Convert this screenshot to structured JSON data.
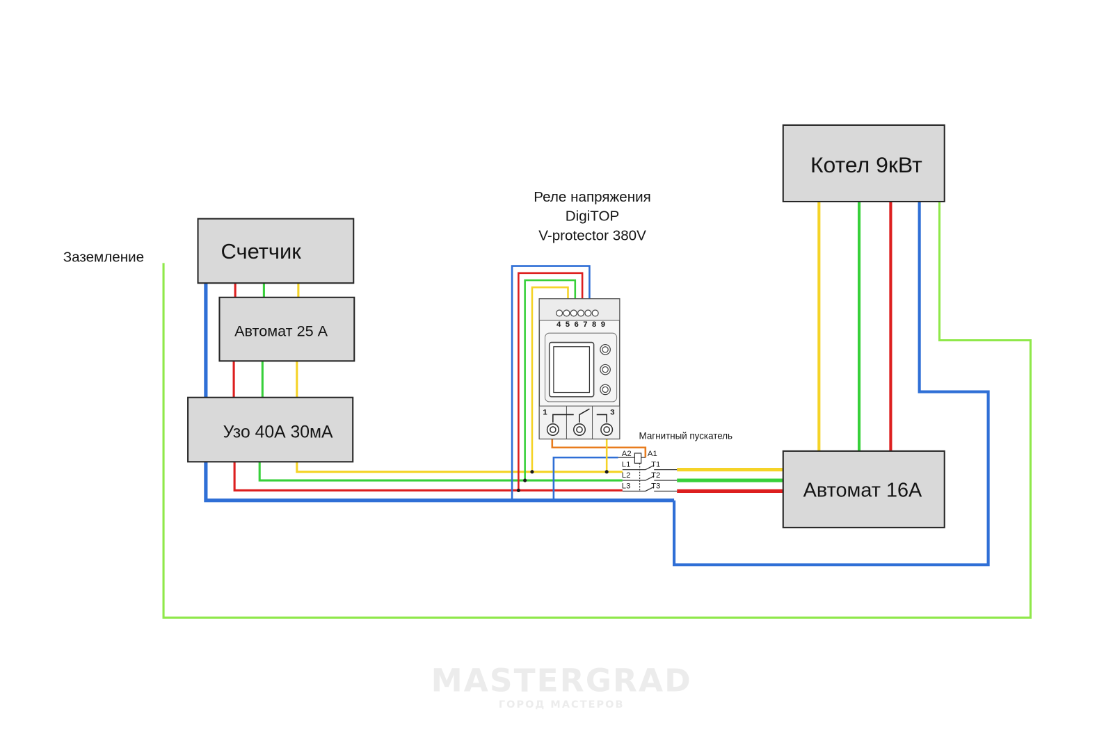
{
  "labels": {
    "meter": "Счетчик",
    "breaker25": "Автомат 25 А",
    "rcd": "Узо 40А 30мА",
    "boiler": "Котел 9кВт",
    "breaker16": "Автомат 16А",
    "grounding": "Заземление",
    "relay_line1": "Реле напряжения",
    "relay_line2": "DigiTOP",
    "relay_line3": "V-protector 380V",
    "contactor": "Магнитный пускатель"
  },
  "relay": {
    "terminal_numbers": "4 5 6 7 8 9",
    "terminal_left": "1",
    "terminal_right": "3"
  },
  "contactor_terminals": {
    "a2": "A2",
    "a1": "A1",
    "l1": "L1",
    "l2": "L2",
    "l3": "L3",
    "t1": "T1",
    "t2": "T2",
    "t3": "T3"
  },
  "watermark": {
    "brand": "MASTERGRAD",
    "tagline": "ГОРОД МАСТЕРОВ"
  },
  "colors": {
    "phase_l1": "#f5d327",
    "phase_l2": "#37d03a",
    "phase_l3": "#dd1f1f",
    "neutral": "#2f6fd6",
    "ground": "#8fe84a",
    "control": "#e87c1e"
  }
}
